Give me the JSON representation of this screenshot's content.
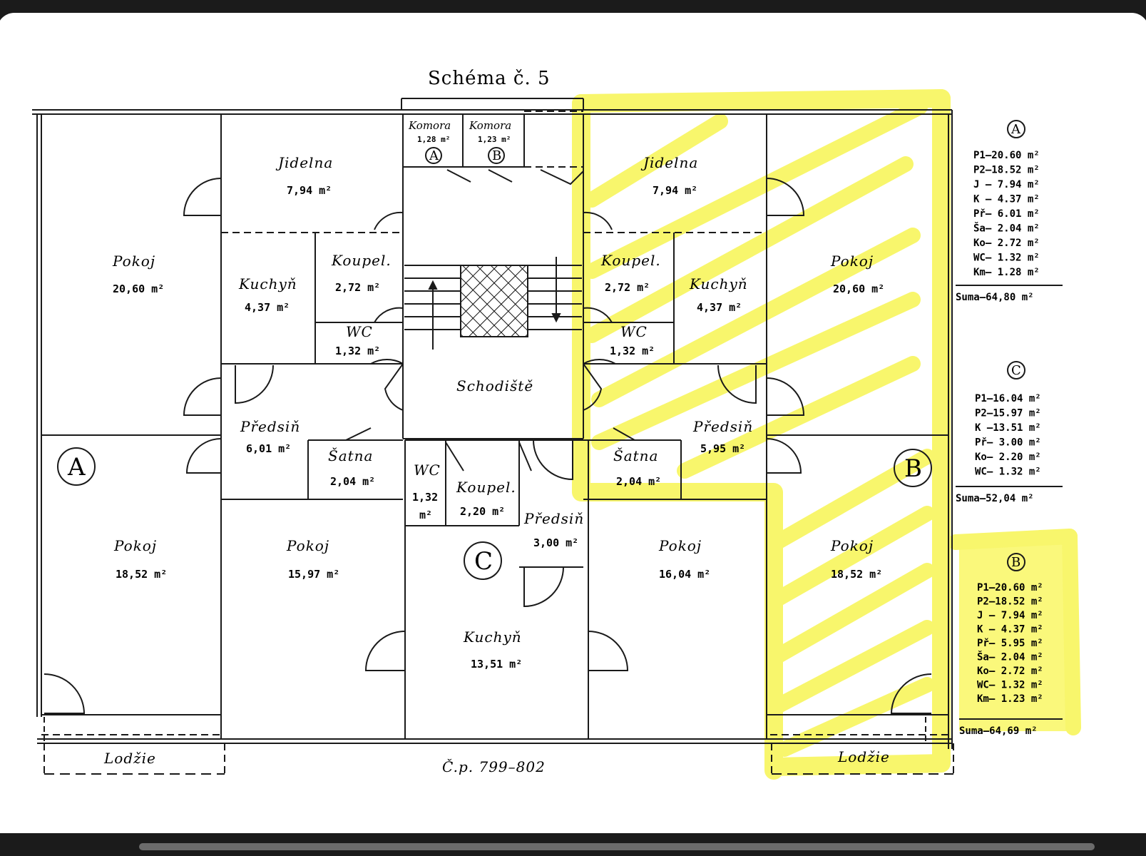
{
  "title": "Schéma č. 5",
  "address": "Č.p. 799–802",
  "highlight_color": "#f7f552",
  "unit_labels": {
    "area": "m²",
    "circle": ""
  },
  "flat_markers": {
    "a": "A",
    "b": "B",
    "c": "C"
  },
  "rooms": {
    "komora_a": {
      "name": "Komora",
      "area": "1,28 m²",
      "mark": "A"
    },
    "komora_b": {
      "name": "Komora",
      "area": "1,23 m²",
      "mark": "B"
    },
    "jidelna_left": {
      "name": "Jidelna",
      "area": "7,94 m²"
    },
    "jidelna_right": {
      "name": "Jidelna",
      "area": "7,94 m²"
    },
    "pokoj_a1": {
      "name": "Pokoj",
      "area": "20,60 m²"
    },
    "pokoj_b1": {
      "name": "Pokoj",
      "area": "20,60 m²"
    },
    "kuchyn_a": {
      "name": "Kuchyň",
      "area": "4,37 m²"
    },
    "kuchyn_b": {
      "name": "Kuchyň",
      "area": "4,37 m²"
    },
    "koupel_a": {
      "name": "Koupel.",
      "area": "2,72 m²"
    },
    "koupel_b": {
      "name": "Koupel.",
      "area": "2,72 m²"
    },
    "wc_a": {
      "name": "WC",
      "area": "1,32 m²"
    },
    "wc_b": {
      "name": "WC",
      "area": "1,32 m²"
    },
    "schodiste": {
      "name": "Schodiště"
    },
    "predsin_a": {
      "name": "Předsiň",
      "area": "6,01 m²"
    },
    "predsin_b": {
      "name": "Předsiň",
      "area": "5,95 m²"
    },
    "satna_a": {
      "name": "Šatna",
      "area": "2,04 m²"
    },
    "satna_b": {
      "name": "Šatna",
      "area": "2,04 m²"
    },
    "wc_c": {
      "name": "WC",
      "area_num": "1,32",
      "area_unit": "m²"
    },
    "koupel_c": {
      "name": "Koupel.",
      "area": "2,20 m²"
    },
    "predsin_c": {
      "name": "Předsiň",
      "area": "3,00 m²"
    },
    "pokoj_a2": {
      "name": "Pokoj",
      "area": "18,52 m²"
    },
    "pokoj_c1": {
      "name": "Pokoj",
      "area": "15,97 m²"
    },
    "pokoj_c2": {
      "name": "Pokoj",
      "area": "16,04 m²"
    },
    "pokoj_b2": {
      "name": "Pokoj",
      "area": "18,52 m²"
    },
    "kuchyn_c": {
      "name": "Kuchyň",
      "area": "13,51 m²"
    },
    "lodzie_a": {
      "name": "Lodžie"
    },
    "lodzie_b": {
      "name": "Lodžie"
    }
  },
  "summary_a": {
    "mark": "A",
    "rows": [
      "P1–20.60 m²",
      "P2–18.52 m²",
      "J  – 7.94 m²",
      "K  – 4.37 m²",
      "Př– 6.01 m²",
      "Ša– 2.04 m²",
      "Ko– 2.72 m²",
      "WC– 1.32 m²",
      "Km– 1.28 m²"
    ],
    "total": "Suma–64,80 m²"
  },
  "summary_c": {
    "mark": "C",
    "rows": [
      "P1–16.04 m²",
      "P2–15.97 m²",
      "K  –13.51 m²",
      "Př– 3.00 m²",
      "Ko– 2.20 m²",
      "WC– 1.32 m²"
    ],
    "total": "Suma–52,04 m²"
  },
  "summary_b": {
    "mark": "B",
    "rows": [
      "P1–20.60 m²",
      "P2–18.52 m²",
      "J  – 7.94 m²",
      "K  – 4.37 m²",
      "Př– 5.95 m²",
      "Ša– 2.04 m²",
      "Ko– 2.72 m²",
      "WC– 1.32 m²",
      "Km– 1.23 m²"
    ],
    "total": "Suma–64,69 m²"
  }
}
